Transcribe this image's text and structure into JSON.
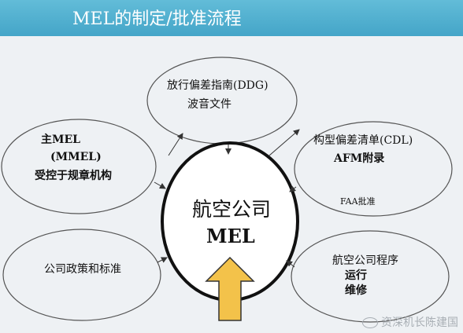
{
  "header": {
    "title": "MEL的制定/批准流程"
  },
  "nodes": {
    "top": {
      "line1": "放行偏差指南(DDG)",
      "line2": "波音文件"
    },
    "left": {
      "line1": "主MEL",
      "line2": "(MMEL)",
      "line3": "受控于规章机构"
    },
    "right": {
      "line1": "构型偏差清单(CDL)",
      "line2": "AFM附录",
      "line3": "FAA批准"
    },
    "bottom_left": {
      "line1": "公司政策和标准"
    },
    "bottom_right": {
      "line1": "航空公司程序",
      "line2": "运行",
      "line3": "维修"
    },
    "center": {
      "line1": "航空公司",
      "line2": "MEL"
    }
  },
  "watermark": {
    "text": "资深机长陈建国"
  },
  "colors": {
    "title_bar": "#4aaacc",
    "center_arrow": "#f3c24a",
    "ellipse_stroke": "#555555"
  }
}
